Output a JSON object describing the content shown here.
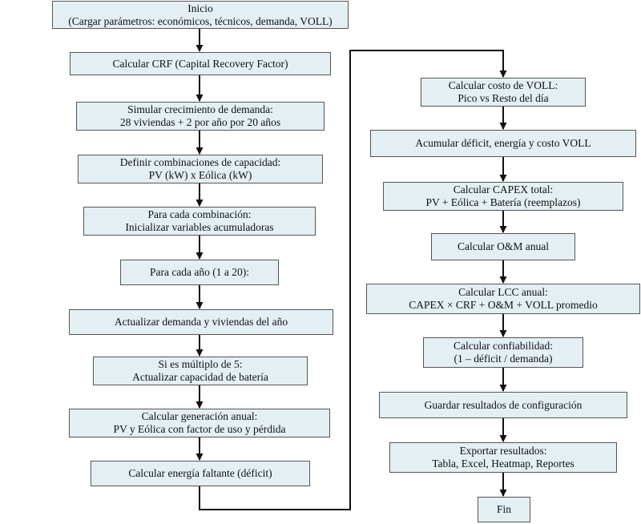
{
  "flowchart": {
    "left_column": [
      {
        "id": "inicio",
        "lines": [
          "Inicio",
          "(Cargar parámetros: económicos, técnicos, demanda, VOLL)"
        ]
      },
      {
        "id": "crf",
        "lines": [
          "Calcular CRF (Capital Recovery Factor)"
        ]
      },
      {
        "id": "simular",
        "lines": [
          "Simular crecimiento de demanda:",
          "28 viviendas + 2 por año por 20 años"
        ]
      },
      {
        "id": "definir",
        "lines": [
          "Definir combinaciones de capacidad:",
          "PV (kW) x Eólica (kW)"
        ]
      },
      {
        "id": "para-comb",
        "lines": [
          "Para cada combinación:",
          "Inicializar variables acumuladoras"
        ]
      },
      {
        "id": "para-anio",
        "lines": [
          "Para cada año (1 a 20):"
        ]
      },
      {
        "id": "actualizar-demanda",
        "lines": [
          "Actualizar demanda y viviendas del año"
        ]
      },
      {
        "id": "multiplo",
        "lines": [
          "Si es múltiplo de 5:",
          "Actualizar capacidad de batería"
        ]
      },
      {
        "id": "generacion",
        "lines": [
          "Calcular generación anual:",
          "PV y Eólica con factor de uso y pérdida"
        ]
      },
      {
        "id": "deficit",
        "lines": [
          "Calcular energía faltante (déficit)"
        ]
      }
    ],
    "right_column": [
      {
        "id": "voll",
        "lines": [
          "Calcular costo de VOLL:",
          "Pico vs Resto del día"
        ]
      },
      {
        "id": "acumular",
        "lines": [
          "Acumular déficit, energía y costo VOLL"
        ]
      },
      {
        "id": "capex",
        "lines": [
          "Calcular CAPEX total:",
          "PV + Eólica + Batería (reemplazos)"
        ]
      },
      {
        "id": "om",
        "lines": [
          "Calcular O&M anual"
        ]
      },
      {
        "id": "lcc",
        "lines": [
          "Calcular LCC anual:",
          "CAPEX × CRF + O&M + VOLL promedio"
        ]
      },
      {
        "id": "confiabilidad",
        "lines": [
          "Calcular confiabilidad:",
          "(1 – déficit / demanda)"
        ]
      },
      {
        "id": "guardar",
        "lines": [
          "Guardar resultados de configuración"
        ]
      },
      {
        "id": "exportar",
        "lines": [
          "Exportar resultados:",
          "Tabla, Excel, Heatmap, Reportes"
        ]
      },
      {
        "id": "fin",
        "lines": [
          "Fin"
        ]
      }
    ]
  }
}
